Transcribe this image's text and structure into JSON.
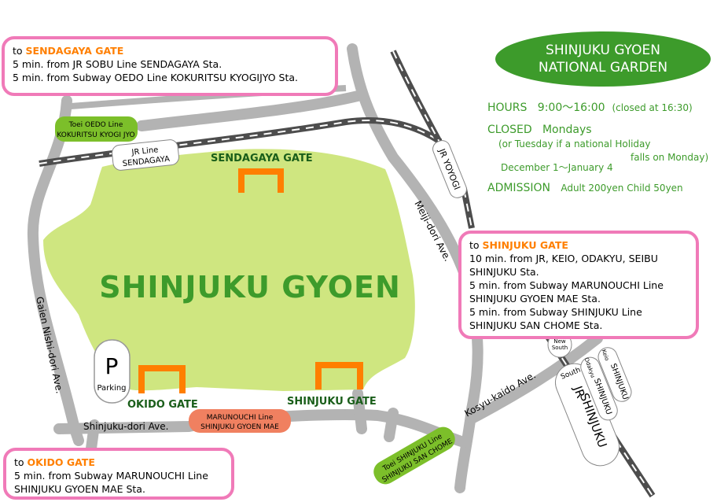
{
  "title": {
    "line1": "SHINJUKU GYOEN",
    "line2": "NATIONAL GARDEN"
  },
  "info": {
    "hours_label": "HOURS",
    "hours_value": "9:00～16:00",
    "hours_note": "(closed at 16:30)",
    "closed_label": "CLOSED",
    "closed_value": "Mondays",
    "closed_note1": "(or  Tuesday if a national Holiday",
    "closed_note2": "falls on Monday)",
    "closed_note3": "December 1～January 4",
    "admission_label": "ADMISSION",
    "admission_value": "Adult 200yen  Child 50yen"
  },
  "boxes": {
    "sendagaya": {
      "prefix": "to ",
      "gate": "SENDAGAYA GATE",
      "lines": [
        "5 min. from JR SOBU Line SENDAGAYA Sta.",
        "5 min. from Subway OEDO Line KOKURITSU KYOGIJYO Sta."
      ]
    },
    "shinjuku": {
      "prefix": "to ",
      "gate": "SHINJUKU GATE",
      "lines": [
        "10 min. from JR, KEIO, ODAKYU, SEIBU",
        "SHINJUKU Sta.",
        "5 min. from Subway MARUNOUCHI Line",
        "SHINJUKU GYOEN MAE Sta.",
        "5 min. from Subway SHINJUKU Line",
        "SHINJUKU SAN CHOME Sta."
      ]
    },
    "okido": {
      "prefix": "to ",
      "gate": "OKIDO GATE",
      "lines": [
        "5 min. from Subway MARUNOUCHI Line",
        "SHINJUKU GYOEN MAE Sta."
      ]
    }
  },
  "map": {
    "park_name": "SHINJUKU GYOEN",
    "gates": {
      "sendagaya": "SENDAGAYA GATE",
      "okido": "OKIDO GATE",
      "shinjuku": "SHINJUKU GATE"
    },
    "parking": {
      "symbol": "P",
      "label": "Parking"
    },
    "roads": {
      "gaien": "Gaien Nishi-dori Ave.",
      "meiji": "Meiji-dori Ave.",
      "shinjuku_dori": "Shinjuku-dori Ave.",
      "kosyu": "Kosyu-kaido Ave."
    },
    "stations": {
      "oedo_1": "Toei OEDO Line",
      "oedo_2": "KOKURITSU KYOGI JYO",
      "jr_sendagaya_1": "JR Line",
      "jr_sendagaya_2": "SENDAGAYA",
      "jr_yoyogi": "JR YOYOGI",
      "marunouchi_1": "MARUNOUCHI Line",
      "marunouchi_2": "SHINJUKU GYOEN MAE",
      "toei_shinjuku_1": "Toei SHINJUKU Line",
      "toei_shinjuku_2": "SHINJUKU SAN CHOME",
      "new_south_1": "New",
      "new_south_2": "South",
      "south": "South",
      "jr_shinjuku_1": "JR",
      "jr_shinjuku_2": "SHINJUKU",
      "odakyu_1": "Odakyu",
      "odakyu_2": "SHINJUKU",
      "keio_1": "Keio",
      "keio_2": "SHINJUKU"
    }
  },
  "colors": {
    "park": "#cfe680",
    "accent_green": "#3d9b2b",
    "pink": "#f07ab8",
    "orange": "#ff7f00",
    "road": "#b3b3b3",
    "rail": "#4d4d4d",
    "station_green": "#7cbf2a",
    "station_red": "#f08060"
  }
}
